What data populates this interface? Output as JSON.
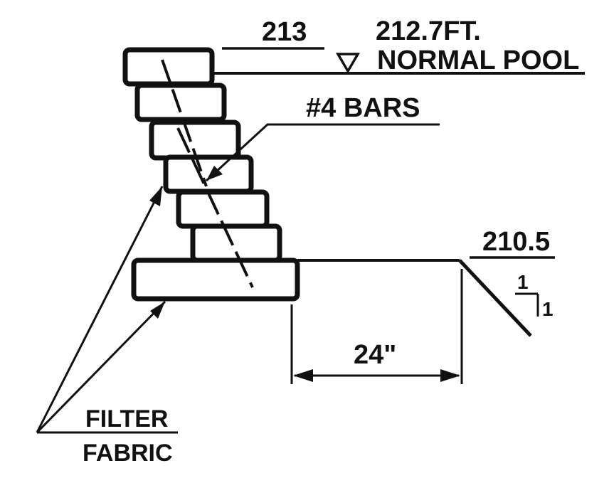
{
  "labels": {
    "crest_elevation": "213",
    "pool_elevation": "212.7FT.",
    "pool_name": "NORMAL POOL",
    "rebar": "#4 BARS",
    "toe_elevation": "210.5",
    "offset": "24\"",
    "slope_rise": "1",
    "slope_run": "1",
    "fabric_line1": "FILTER",
    "fabric_line2": "FABRIC"
  },
  "symbols": {
    "water_level": "triangle-down-icon"
  },
  "colors": {
    "ink": "#111111",
    "paper": "#ffffff"
  }
}
